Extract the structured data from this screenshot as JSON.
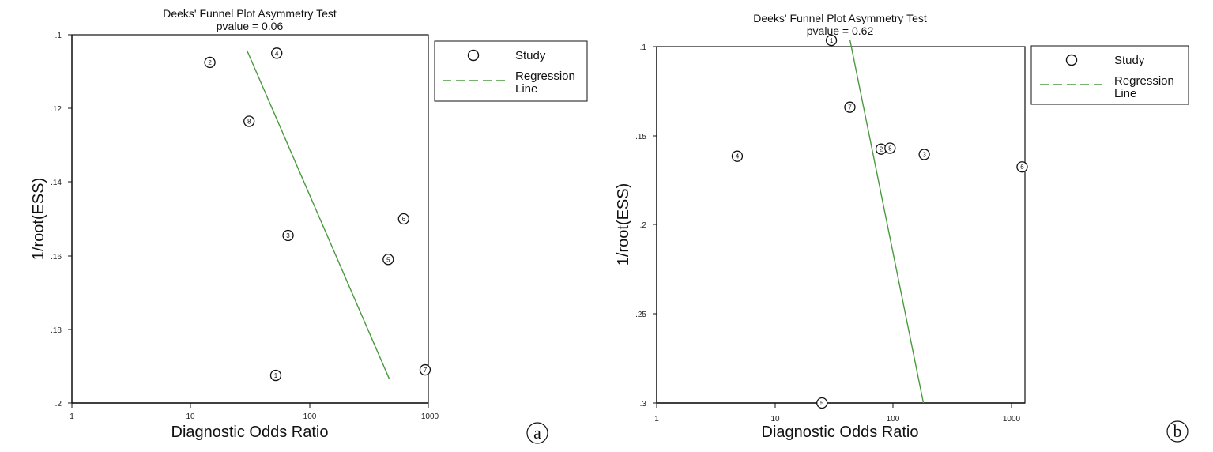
{
  "chart_data": [
    {
      "type": "scatter",
      "panel": "a",
      "title": "Deeks' Funnel Plot Asymmetry Test",
      "subtitle": "pvalue =   0.06",
      "xlabel": "Diagnostic Odds Ratio",
      "ylabel": "1/root(ESS)",
      "x_scale": "log",
      "xlim": [
        1,
        1000
      ],
      "ylim": [
        0.1,
        0.2
      ],
      "y_inverted": true,
      "x_ticks": [
        "1",
        "10",
        "100",
        "1000"
      ],
      "y_ticks": [
        ".1",
        ".12",
        ".14",
        ".16",
        ".18",
        ".2"
      ],
      "grid": false,
      "legend_position": "right",
      "legend": [
        "Study",
        "Regression Line"
      ],
      "points": [
        {
          "label": "1",
          "x": 52,
          "y": 0.1925
        },
        {
          "label": "2",
          "x": 14.5,
          "y": 0.1075
        },
        {
          "label": "3",
          "x": 66,
          "y": 0.1545
        },
        {
          "label": "4",
          "x": 53,
          "y": 0.105
        },
        {
          "label": "5",
          "x": 460,
          "y": 0.161
        },
        {
          "label": "6",
          "x": 620,
          "y": 0.15
        },
        {
          "label": "7",
          "x": 940,
          "y": 0.191
        },
        {
          "label": "8",
          "x": 31,
          "y": 0.1235
        }
      ],
      "regression_line": [
        {
          "x": 30,
          "y": 0.1045
        },
        {
          "x": 470,
          "y": 0.1935
        }
      ]
    },
    {
      "type": "scatter",
      "panel": "b",
      "title": "Deeks' Funnel Plot Asymmetry Test",
      "subtitle": "pvalue =   0.62",
      "xlabel": "Diagnostic Odds Ratio",
      "ylabel": "1/root(ESS)",
      "x_scale": "log",
      "xlim": [
        1,
        1000
      ],
      "ylim": [
        0.1,
        0.3
      ],
      "y_inverted": true,
      "x_ticks": [
        "1",
        "10",
        "100",
        "1000"
      ],
      "y_ticks": [
        ".1",
        ".15",
        ".2",
        ".25",
        ".3"
      ],
      "grid": false,
      "legend_position": "right",
      "legend": [
        "Study",
        "Regression Line"
      ],
      "points": [
        {
          "label": "1",
          "x": 30,
          "y": 0.0965
        },
        {
          "label": "2",
          "x": 79,
          "y": 0.1575
        },
        {
          "label": "3",
          "x": 183,
          "y": 0.1605
        },
        {
          "label": "4",
          "x": 4.8,
          "y": 0.1615
        },
        {
          "label": "5",
          "x": 25,
          "y": 0.3
        },
        {
          "label": "6",
          "x": 1230,
          "y": 0.1675
        },
        {
          "label": "7",
          "x": 43,
          "y": 0.134
        },
        {
          "label": "8",
          "x": 94,
          "y": 0.157
        }
      ],
      "regression_line": [
        {
          "x": 43,
          "y": 0.096
        },
        {
          "x": 180,
          "y": 0.3
        }
      ]
    }
  ],
  "panel_tags": [
    "a",
    "b"
  ],
  "colors": {
    "regression": "#4a9a3e",
    "axes": "#111111",
    "background": "#ffffff"
  }
}
